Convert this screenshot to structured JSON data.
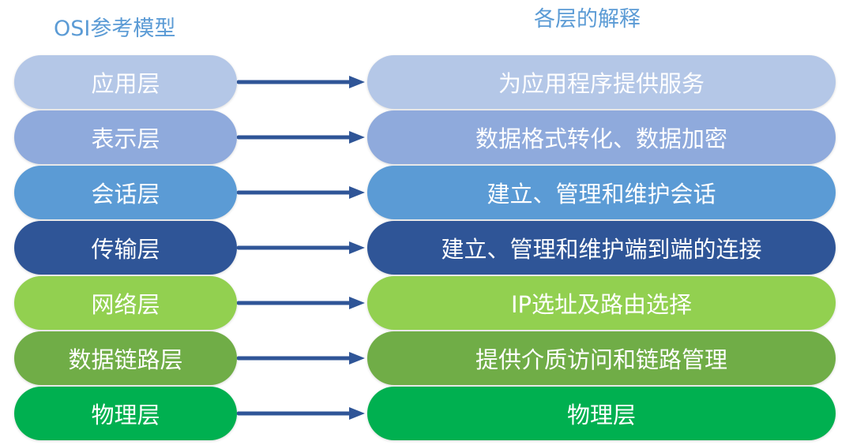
{
  "titles": {
    "left": "OSI参考模型",
    "right": "各层的解释"
  },
  "arrow_color": "#2f5597",
  "layers": [
    {
      "name": "应用层",
      "desc": "为应用程序提供服务",
      "color": "#b4c7e7"
    },
    {
      "name": "表示层",
      "desc": "数据格式转化、数据加密",
      "color": "#8faadc"
    },
    {
      "name": "会话层",
      "desc": "建立、管理和维护会话",
      "color": "#5b9bd5"
    },
    {
      "name": "传输层",
      "desc": "建立、管理和维护端到端的连接",
      "color": "#2f5597"
    },
    {
      "name": "网络层",
      "desc": "IP选址及路由选择",
      "color": "#92d050"
    },
    {
      "name": "数据链路层",
      "desc": "提供介质访问和链路管理",
      "color": "#70ad47"
    },
    {
      "name": "物理层",
      "desc": "物理层",
      "color": "#00b050"
    }
  ]
}
